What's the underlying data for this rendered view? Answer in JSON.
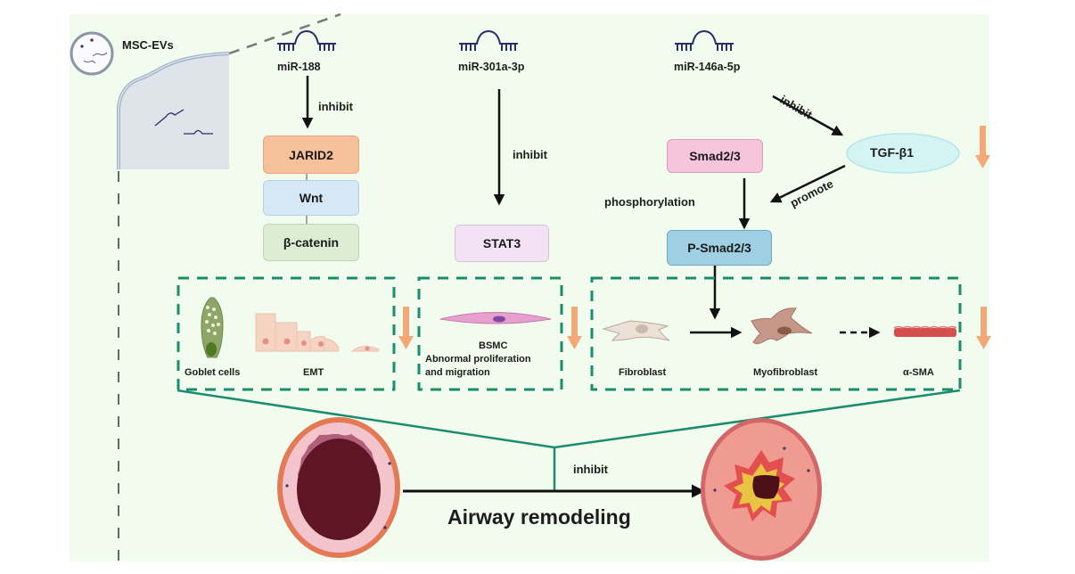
{
  "diagram": {
    "source_label": "MSC-EVs",
    "columns": [
      {
        "mirna": "miR-188",
        "relation": "inhibit",
        "targets": [
          "JARID2",
          "Wnt",
          "β-catenin"
        ],
        "effects": [
          "Goblet cells",
          "EMT"
        ]
      },
      {
        "mirna": "miR-301a-3p",
        "relation": "inhibit",
        "targets": [
          "STAT3"
        ],
        "effects": [
          "BSMC",
          "Abnormal proliferation",
          "and migration"
        ]
      },
      {
        "mirna": "miR-146a-5p",
        "relation": "inhibit",
        "tgf": "TGF-β1",
        "tgf_relation": "promote",
        "smad": "Smad2/3",
        "smad_relation": "phosphorylation",
        "psmad": "P-Smad2/3",
        "effects": [
          "Fibroblast",
          "Myofibroblast",
          "α-SMA"
        ]
      }
    ],
    "outcome": {
      "relation": "inhibit",
      "label": "Airway remodeling"
    },
    "colors": {
      "panel_bg": "#f2fcee",
      "dashed_box": "#1b8c6e",
      "down_arrow": "#f2a877",
      "jarid2": "#f6c09a",
      "wnt": "#d6e8f6",
      "beta_catenin": "#ddecd4",
      "stat3": "#f2e2f4",
      "smad": "#f5c5dc",
      "psmad": "#9fcfe2",
      "tgf": "#d4f4f4"
    }
  }
}
